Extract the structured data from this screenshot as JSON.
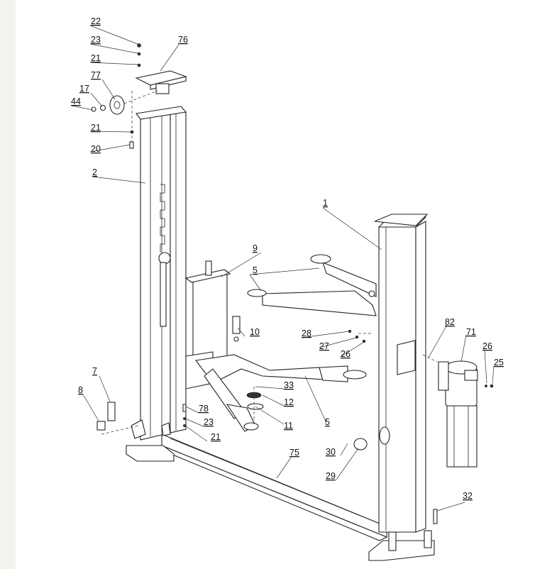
{
  "diagram": {
    "labels": [
      "22",
      "23",
      "21",
      "76",
      "77",
      "17",
      "44",
      "21",
      "20",
      "2",
      "1",
      "9",
      "5",
      "10",
      "28",
      "27",
      "26",
      "82",
      "71",
      "26",
      "25",
      "7",
      "8",
      "78",
      "23",
      "21",
      "33",
      "12",
      "11",
      "5",
      "75",
      "30",
      "29",
      "32"
    ]
  }
}
